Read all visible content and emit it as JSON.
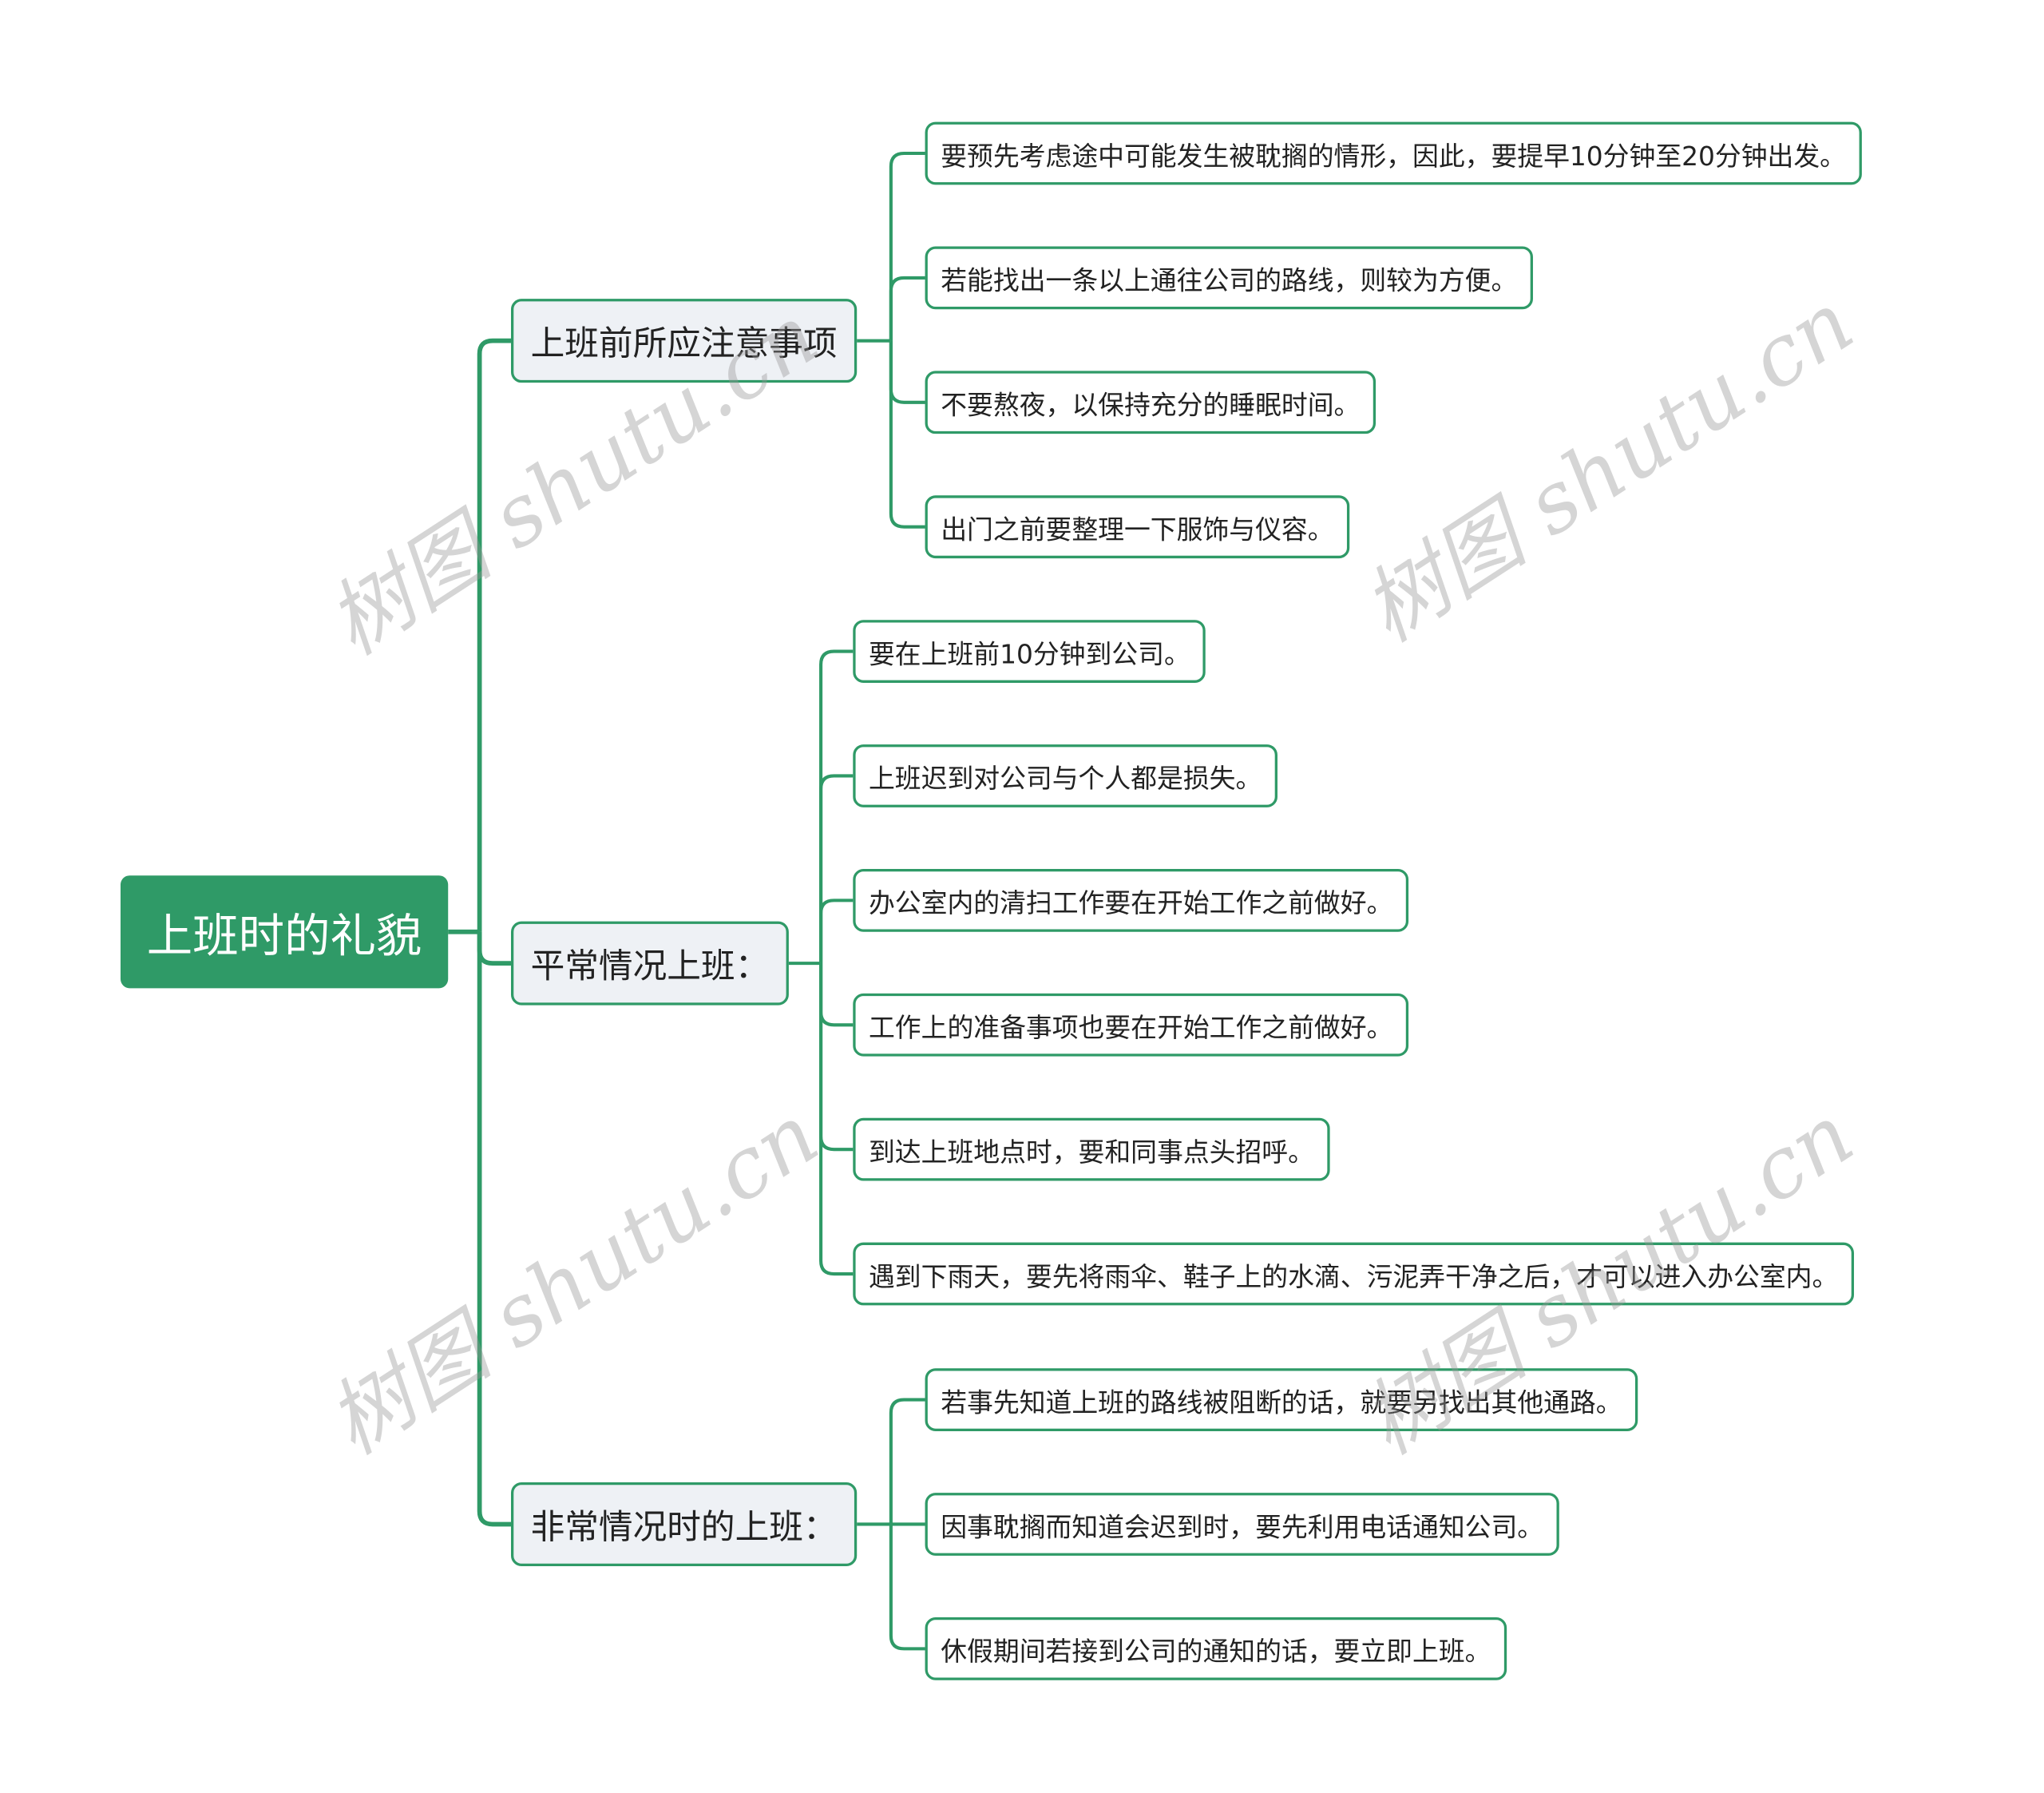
{
  "root": {
    "label": "上班时的礼貌"
  },
  "branches": [
    {
      "label": "上班前所应注意事项",
      "children": [
        "要预先考虑途中可能发生被耽搁的情形，因此，要提早10分钟至20分钟出发。",
        "若能找出一条以上通往公司的路线，则较为方便。",
        "不要熬夜，以保持充分的睡眠时间。",
        "出门之前要整理一下服饰与仪容。"
      ]
    },
    {
      "label": "平常情况上班：",
      "children": [
        "要在上班前10分钟到公司。",
        "上班迟到对公司与个人都是损失。",
        "办公室内的清扫工作要在开始工作之前做好。",
        "工作上的准备事项也要在开始工作之前做好。",
        "到达上班地点时，要和同事点头招呼。",
        "遇到下雨天，要先将雨伞、鞋子上的水滴、污泥弄干净之后，才可以进入办公室内。"
      ]
    },
    {
      "label": "非常情况时的上班：",
      "children": [
        "若事先知道上班的路线被阻断的话，就要另找出其他通路。",
        "因事耽搁而知道会迟到时，要先利用电话通知公司。",
        "休假期间若接到公司的通知的话，要立即上班。"
      ]
    }
  ],
  "watermark": "树图 shutu.cn",
  "colors": {
    "accent": "#2f9a67",
    "topic_fill": "#eef1f5"
  }
}
